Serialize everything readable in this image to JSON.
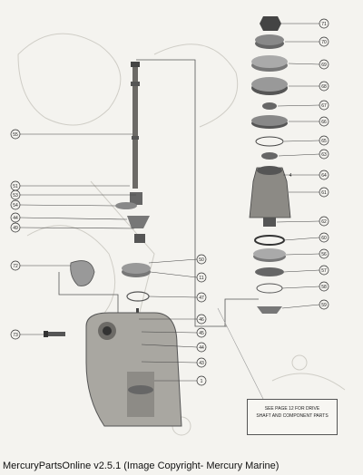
{
  "callouts": [
    {
      "n": "71"
    },
    {
      "n": "70"
    },
    {
      "n": "69"
    },
    {
      "n": "68"
    },
    {
      "n": "67"
    },
    {
      "n": "66"
    },
    {
      "n": "65"
    },
    {
      "n": "63"
    },
    {
      "n": "64"
    },
    {
      "n": "61"
    },
    {
      "n": "55"
    },
    {
      "n": "51"
    },
    {
      "n": "53"
    },
    {
      "n": "54"
    },
    {
      "n": "44"
    },
    {
      "n": "49"
    },
    {
      "n": "62"
    },
    {
      "n": "60"
    },
    {
      "n": "56"
    },
    {
      "n": "57"
    },
    {
      "n": "58"
    },
    {
      "n": "59"
    },
    {
      "n": "50"
    },
    {
      "n": "72"
    },
    {
      "n": "11"
    },
    {
      "n": "47"
    },
    {
      "n": "46"
    },
    {
      "n": "45"
    },
    {
      "n": "44"
    },
    {
      "n": "43"
    },
    {
      "n": "73"
    },
    {
      "n": "1"
    },
    {
      "n": "4"
    }
  ],
  "note": {
    "line1": "SEE PAGE 12 FOR DRIVE",
    "line2": "SHAFT AND COMPONENT PARTS"
  },
  "footer": {
    "copyright": "MercuryPartsOnline v2.5.1 (Image Copyright- Mercury Marine)"
  }
}
